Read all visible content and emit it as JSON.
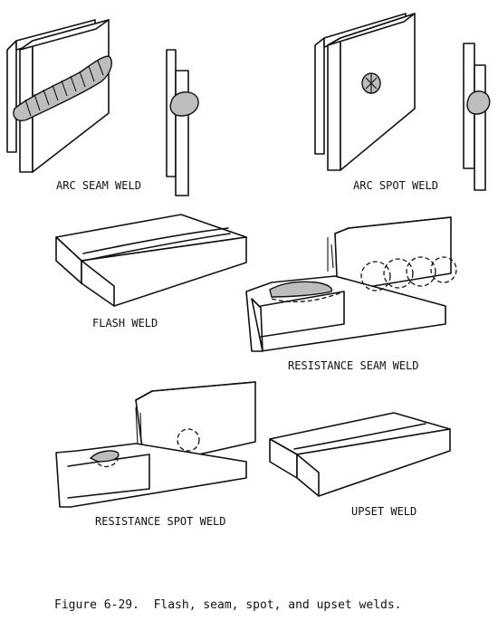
{
  "labels": {
    "arc_seam": "ARC SEAM WELD",
    "arc_spot": "ARC SPOT WELD",
    "flash": "FLASH WELD",
    "resistance_seam": "RESISTANCE SEAM WELD",
    "resistance_spot": "RESISTANCE SPOT WELD",
    "upset": "UPSET WELD"
  },
  "caption": "Figure 6-29.  Flash, seam, spot, and upset welds."
}
